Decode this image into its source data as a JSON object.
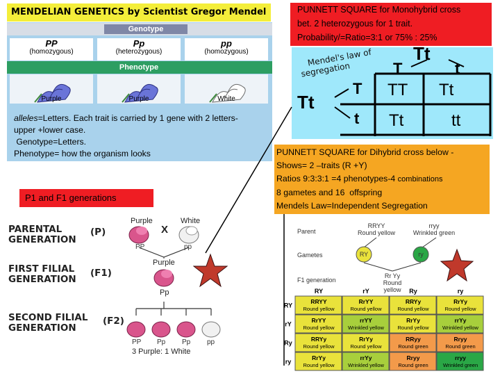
{
  "title": "MENDELIAN GENETICS by Scientist Gregor Mendel",
  "genotype_panel": {
    "header": "Genotype",
    "cells": [
      {
        "code": "PP",
        "desc": "(homozygous)"
      },
      {
        "code": "Pp",
        "desc": "(heterozygous)"
      },
      {
        "code": "pp",
        "desc": "(homozygous)"
      }
    ],
    "phenotype_header": "Phenotype",
    "phenotypes": [
      "Purple",
      "Purple",
      "White"
    ]
  },
  "alleles_text": {
    "term": "alleles",
    "line1": "=Letters. Each trait is carried by 1 gene with 2 letters-",
    "line2": "upper +lower case.",
    "line3": " Genotype=Letters.",
    "line4": "Phenotype= how the organism looks"
  },
  "p1_label": "P1 and F1 generations",
  "right_title": {
    "line1": "PUNNETT SQUARE for Monohybrid cross",
    "line2": "bet. 2 heterozygous for 1 trait.",
    "line3": "Probability/=Ratio=3:1 or 75% : 25%"
  },
  "monohybrid": {
    "annotation_line1": "Mendel's law of",
    "annotation_line2": "segregation",
    "top_parent": "Tt",
    "left_parent": "Tt",
    "col_alleles": [
      "T",
      "t"
    ],
    "row_alleles": [
      "T",
      "t"
    ],
    "cells": [
      [
        "TT",
        "Tt"
      ],
      [
        "Tt",
        "tt"
      ]
    ]
  },
  "dihybrid_text": {
    "line1": "PUNNETT SQUARE for Dihybrid cross below -",
    "line2": "Shows= 2 –traits (R +Y)",
    "line3a": "Ratios 9:3:3:1 =4 phenotypes-4 ",
    "line3b": "combinations",
    "line4": "8 gametes and 16  offspring",
    "line5": "Mendels Law=Independent Segregation"
  },
  "generations": {
    "parental": "PARENTAL GENERATION",
    "parental_tag": "(P)",
    "first": "FIRST FILIAL GENERATION",
    "first_tag": "(F1)",
    "second": "SECOND FILIAL GENERATION",
    "second_tag": "(F2)",
    "p_purple": "Purple",
    "p_white": "White",
    "cross": "X",
    "p_pp1": "PP",
    "p_pp2": "pp",
    "f1_purple": "Purple",
    "f1_code": "Pp",
    "f2_codes": [
      "PP",
      "Pp",
      "Pp",
      "pp"
    ],
    "f2_ratio": "3 Purple: 1 White"
  },
  "dihybrid_diagram": {
    "parent_label": "Parent",
    "gametes_label": "Gametes",
    "f1_label": "F1 generation",
    "parent1_code": "RRYY",
    "parent1_desc": "Round yellow",
    "parent2_code": "rryy",
    "parent2_desc": "Wrinkled green",
    "gamete1": "RY",
    "gamete2": "ry",
    "f1_code": "Rr Yy",
    "f1_desc": "Round yellow",
    "col_headers": [
      "RY",
      "rY",
      "Ry",
      "ry"
    ],
    "row_headers": [
      "RY",
      "rY",
      "Ry",
      "ry"
    ],
    "cells": [
      [
        {
          "c": "RRYY",
          "d": "Round yellow",
          "k": "y"
        },
        {
          "c": "RrYY",
          "d": "Round yellow",
          "k": "y"
        },
        {
          "c": "RRYy",
          "d": "Round yellow",
          "k": "y"
        },
        {
          "c": "RrYy",
          "d": "Round yellow",
          "k": "y"
        }
      ],
      [
        {
          "c": "RrYY",
          "d": "Round yellow",
          "k": "y"
        },
        {
          "c": "rrYY",
          "d": "Wrinkled yellow",
          "k": "wy"
        },
        {
          "c": "RrYy",
          "d": "Round yellow",
          "k": "y"
        },
        {
          "c": "rrYy",
          "d": "Wrinkled yellow",
          "k": "wy"
        }
      ],
      [
        {
          "c": "RRYy",
          "d": "Round yellow",
          "k": "y"
        },
        {
          "c": "RrYy",
          "d": "Round yellow",
          "k": "y"
        },
        {
          "c": "RRyy",
          "d": "Round green",
          "k": "rg"
        },
        {
          "c": "Rryy",
          "d": "Round green",
          "k": "rg"
        }
      ],
      [
        {
          "c": "RrYy",
          "d": "Round yellow",
          "k": "y"
        },
        {
          "c": "rrYy",
          "d": "Wrinkled yellow",
          "k": "wy"
        },
        {
          "c": "Rryy",
          "d": "Round green",
          "k": "rg"
        },
        {
          "c": "rryy",
          "d": "Wrinkled green",
          "k": "wg"
        }
      ]
    ]
  },
  "colors": {
    "title_bg": "#f4ee3a",
    "red_box": "#ef1d23",
    "blue_panel": "#a9d2ec",
    "punnett_bg": "#9fe8fb",
    "orange_box": "#f5a622",
    "star": "#c0392b",
    "cell_yellow": "#e9e23b",
    "cell_wrinkled_yellow": "#a8cf3c",
    "cell_round_green": "#f39a4a",
    "cell_wrinkled_green": "#2aa746"
  },
  "icons": [
    "flower-icon",
    "star-icon",
    "gamete-circle-icon",
    "arrow-icon"
  ]
}
